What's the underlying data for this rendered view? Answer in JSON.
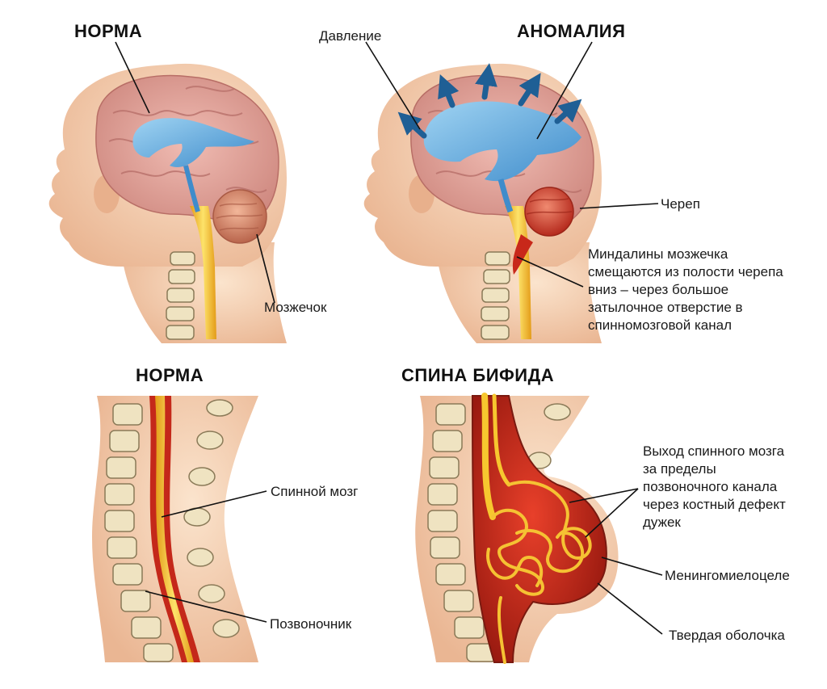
{
  "titles": {
    "head_normal": "НОРМА",
    "head_anomaly": "АНОМАЛИЯ",
    "spine_normal": "НОРМА",
    "spine_bifida": "СПИНА БИФИДА"
  },
  "labels": {
    "pressure": "Давление",
    "cerebellum": "Мозжечок",
    "skull": "Череп",
    "tonsils": [
      "Миндалины мозжечка",
      "смещаются из полости черепа",
      "вниз – через большое",
      "затылочное отверстие в",
      "спинномозговой канал"
    ],
    "spinal_cord": "Спинной мозг",
    "vertebrae": "Позвоночник",
    "cord_exit": [
      "Выход спинного мозга",
      "за пределы",
      "позвоночного канала",
      "через костный дефект",
      "дужек"
    ],
    "meningomyelocele": "Менингомиелоцеле",
    "dura": "Твердая оболочка"
  },
  "colors": {
    "skin": "#f6d2b4",
    "skin_shadow": "#e9b796",
    "brain": "#e2a39b",
    "brain_dark": "#c97c75",
    "ventricle": "#4f9fd3",
    "ventricle_light": "#8cc8ec",
    "cerebellum": "#d88a72",
    "cerebellum_red": "#d6402f",
    "cord": "#f7c72f",
    "cord_dark": "#e39b18",
    "vertebra": "#efe3c1",
    "vertebra_edge": "#8a7a58",
    "canal_red": "#c4281a",
    "arrow": "#1f5f95"
  }
}
